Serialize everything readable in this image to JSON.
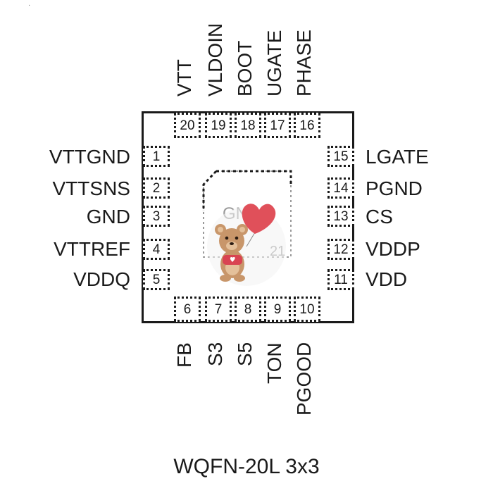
{
  "diagram": {
    "caption": "WQFN-20L 3x3",
    "left_pins": [
      {
        "num": "1",
        "name": "VTTGND"
      },
      {
        "num": "2",
        "name": "VTTSNS"
      },
      {
        "num": "3",
        "name": "GND"
      },
      {
        "num": "4",
        "name": "VTTREF"
      },
      {
        "num": "5",
        "name": "VDDQ"
      }
    ],
    "bottom_pins": [
      {
        "num": "6",
        "name": "FB"
      },
      {
        "num": "7",
        "name": "S3"
      },
      {
        "num": "8",
        "name": "S5"
      },
      {
        "num": "9",
        "name": "TON"
      },
      {
        "num": "10",
        "name": "PGOOD"
      }
    ],
    "right_pins": [
      {
        "num": "11",
        "name": "VDD"
      },
      {
        "num": "12",
        "name": "VDDP"
      },
      {
        "num": "13",
        "name": "CS"
      },
      {
        "num": "14",
        "name": "PGND"
      },
      {
        "num": "15",
        "name": "LGATE"
      }
    ],
    "top_pins": [
      {
        "num": "16",
        "name": "PHASE"
      },
      {
        "num": "17",
        "name": "UGATE"
      },
      {
        "num": "18",
        "name": "BOOT"
      },
      {
        "num": "19",
        "name": "VLDOIN"
      },
      {
        "num": "20",
        "name": "VTT"
      }
    ],
    "exposed_pad": {
      "label": "GND",
      "num": "21"
    }
  },
  "colors": {
    "line": "#1a1a1a",
    "pad_text": "#9a9a9a",
    "balloon": "#e0505a",
    "bear": "#c8966a"
  }
}
